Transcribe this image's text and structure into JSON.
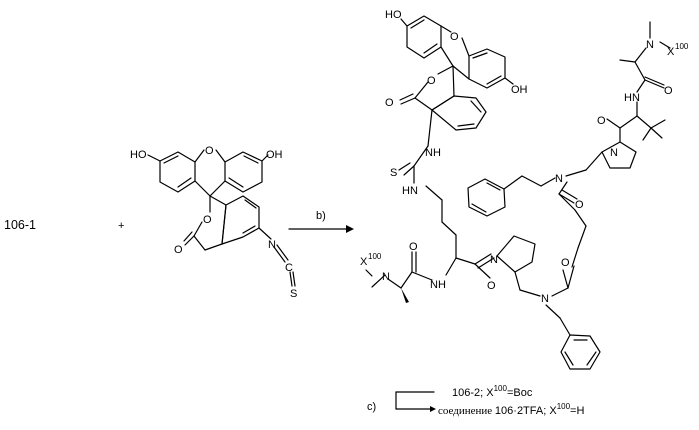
{
  "reaction": {
    "reactant_label": "106-1",
    "plus": "+",
    "arrow_label": "b)"
  },
  "annotation": {
    "step_label": "c)",
    "line1_compound": "106-2; X",
    "line1_sup": "100",
    "line1_rest": "=Boc",
    "line2_prefix": "соединение ",
    "line2_compound": "106·2TFA; X",
    "line2_sup": "100",
    "line2_rest": "=H"
  },
  "atoms": {
    "ho": "HO",
    "oh": "OH",
    "o": "O",
    "n": "N",
    "c": "C",
    "s": "S",
    "nh": "NH",
    "hn": "HN",
    "x": "X",
    "x_sup": "100"
  }
}
